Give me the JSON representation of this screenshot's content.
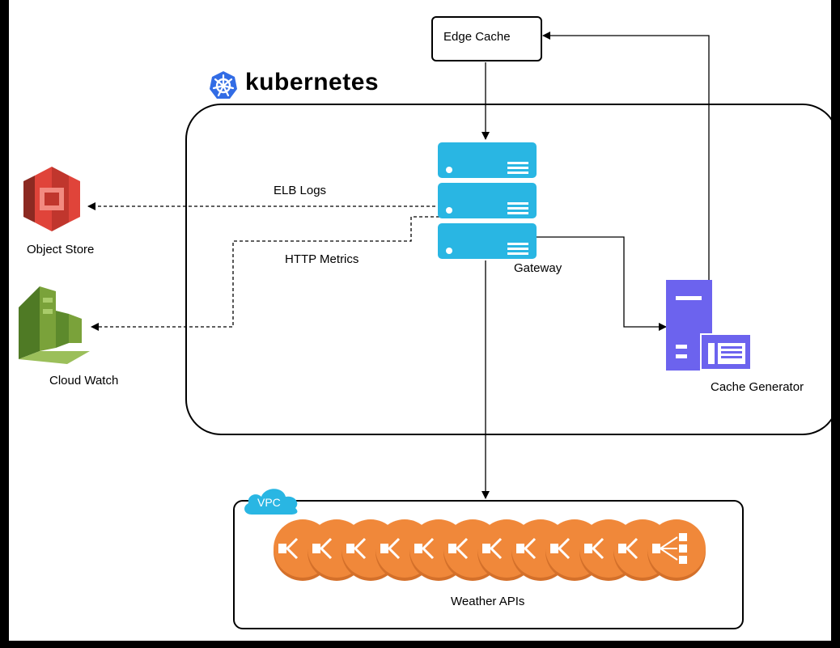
{
  "nodes": {
    "edge_cache": "Edge Cache",
    "cluster": "kubernetes",
    "gateway": "Gateway",
    "cache_generator": "Cache Generator",
    "object_store": "Object Store",
    "cloud_watch": "Cloud Watch",
    "vpc_badge": "VPC",
    "weather_apis": "Weather APIs"
  },
  "edges": {
    "elb_logs": "ELB Logs",
    "http_metrics": "HTTP Metrics"
  },
  "colors": {
    "server": "#29b6e3",
    "cache_generator": "#6c63ee",
    "kubernetes": "#326ce5",
    "object_store": "#e0443a",
    "cloud_watch": "#7aa23a",
    "api_coin": "#f0883a",
    "vpc": "#29b6e3"
  },
  "icons": {
    "gateway": "server-rack-icon",
    "cache_generator": "app-server-icon",
    "object_store": "aws-s3-icon",
    "cloud_watch": "aws-cloudwatch-icon",
    "weather_apis": "api-gateway-icon"
  },
  "weather_api_count": 12
}
